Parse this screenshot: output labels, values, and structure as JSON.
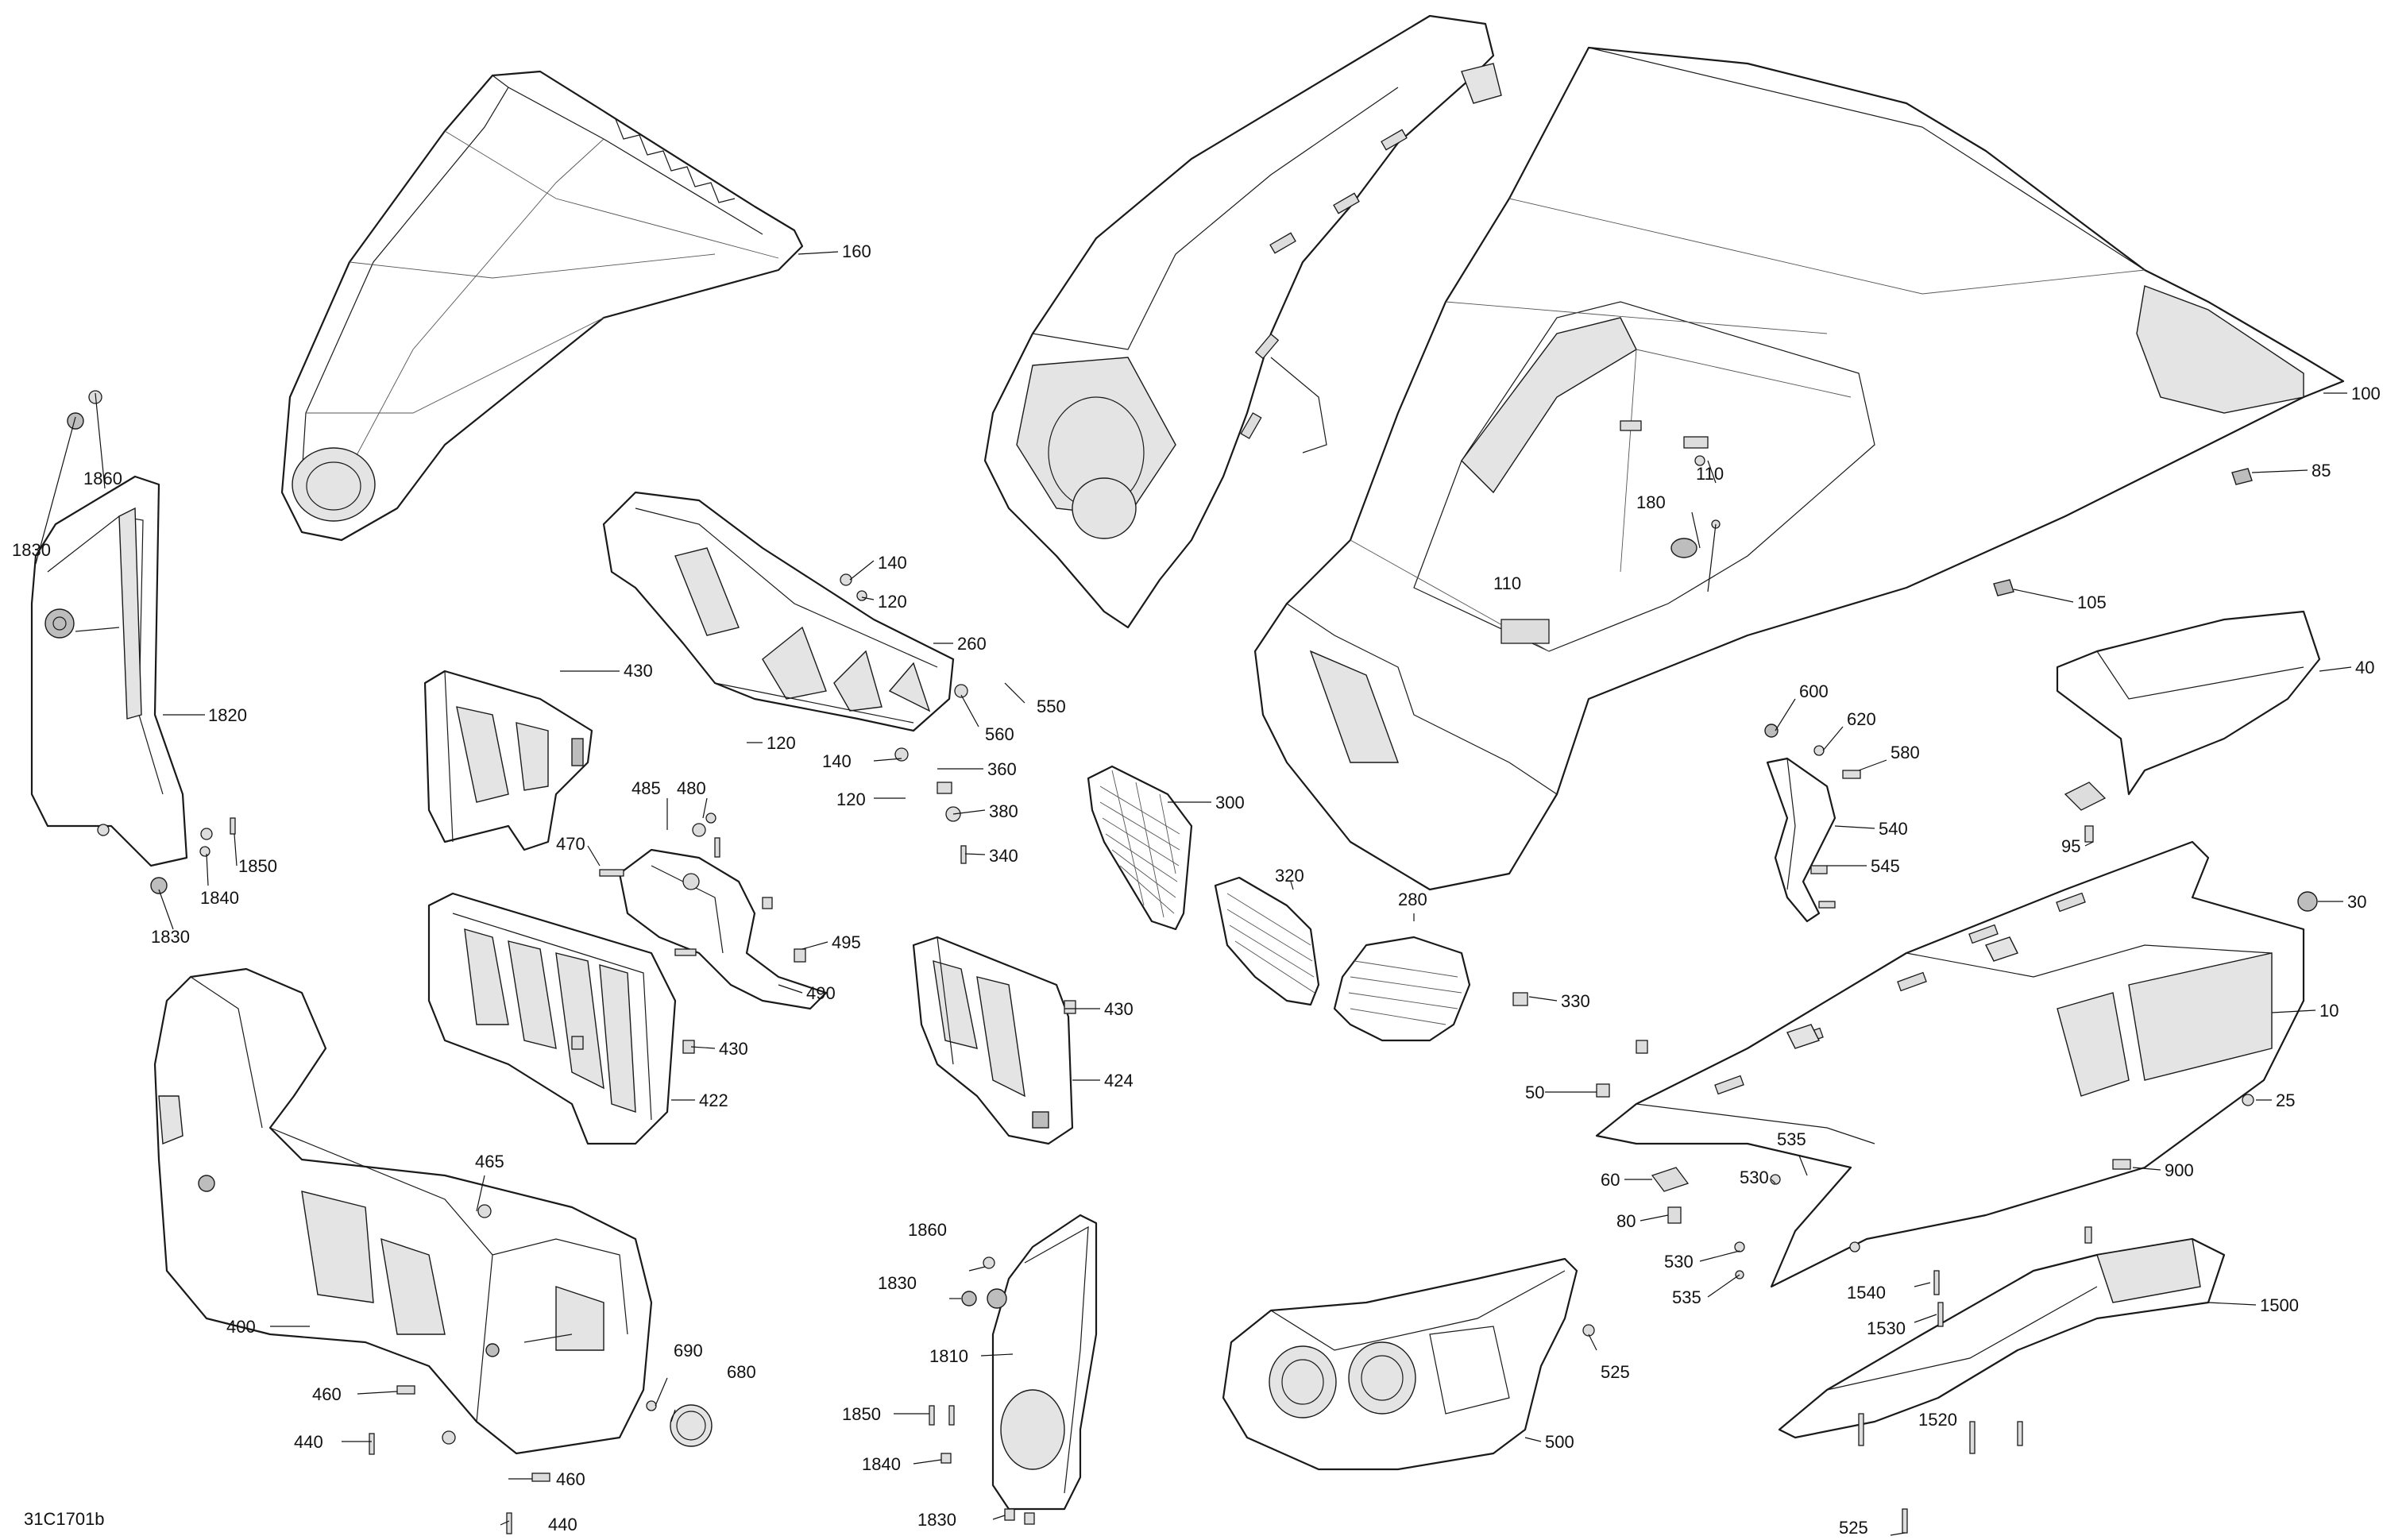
{
  "diagram": {
    "drawing_code": "31C1701b",
    "callouts": [
      "160",
      "1860",
      "1830",
      "1820",
      "1850",
      "1840",
      "1830",
      "140",
      "120",
      "260",
      "550",
      "560",
      "120",
      "140",
      "360",
      "120",
      "380",
      "340",
      "430",
      "485",
      "480",
      "470",
      "495",
      "490",
      "430",
      "422",
      "430",
      "424",
      "300",
      "320",
      "280",
      "330",
      "100",
      "85",
      "110",
      "180",
      "110",
      "105",
      "40",
      "600",
      "620",
      "580",
      "540",
      "545",
      "95",
      "30",
      "10",
      "25",
      "50",
      "535",
      "530",
      "900",
      "60",
      "80",
      "530",
      "535",
      "465",
      "400",
      "690",
      "680",
      "460",
      "440",
      "460",
      "440",
      "1860",
      "1830",
      "1810",
      "1850",
      "1840",
      "1830",
      "500",
      "525",
      "1540",
      "1530",
      "1500",
      "1520",
      "525"
    ]
  }
}
